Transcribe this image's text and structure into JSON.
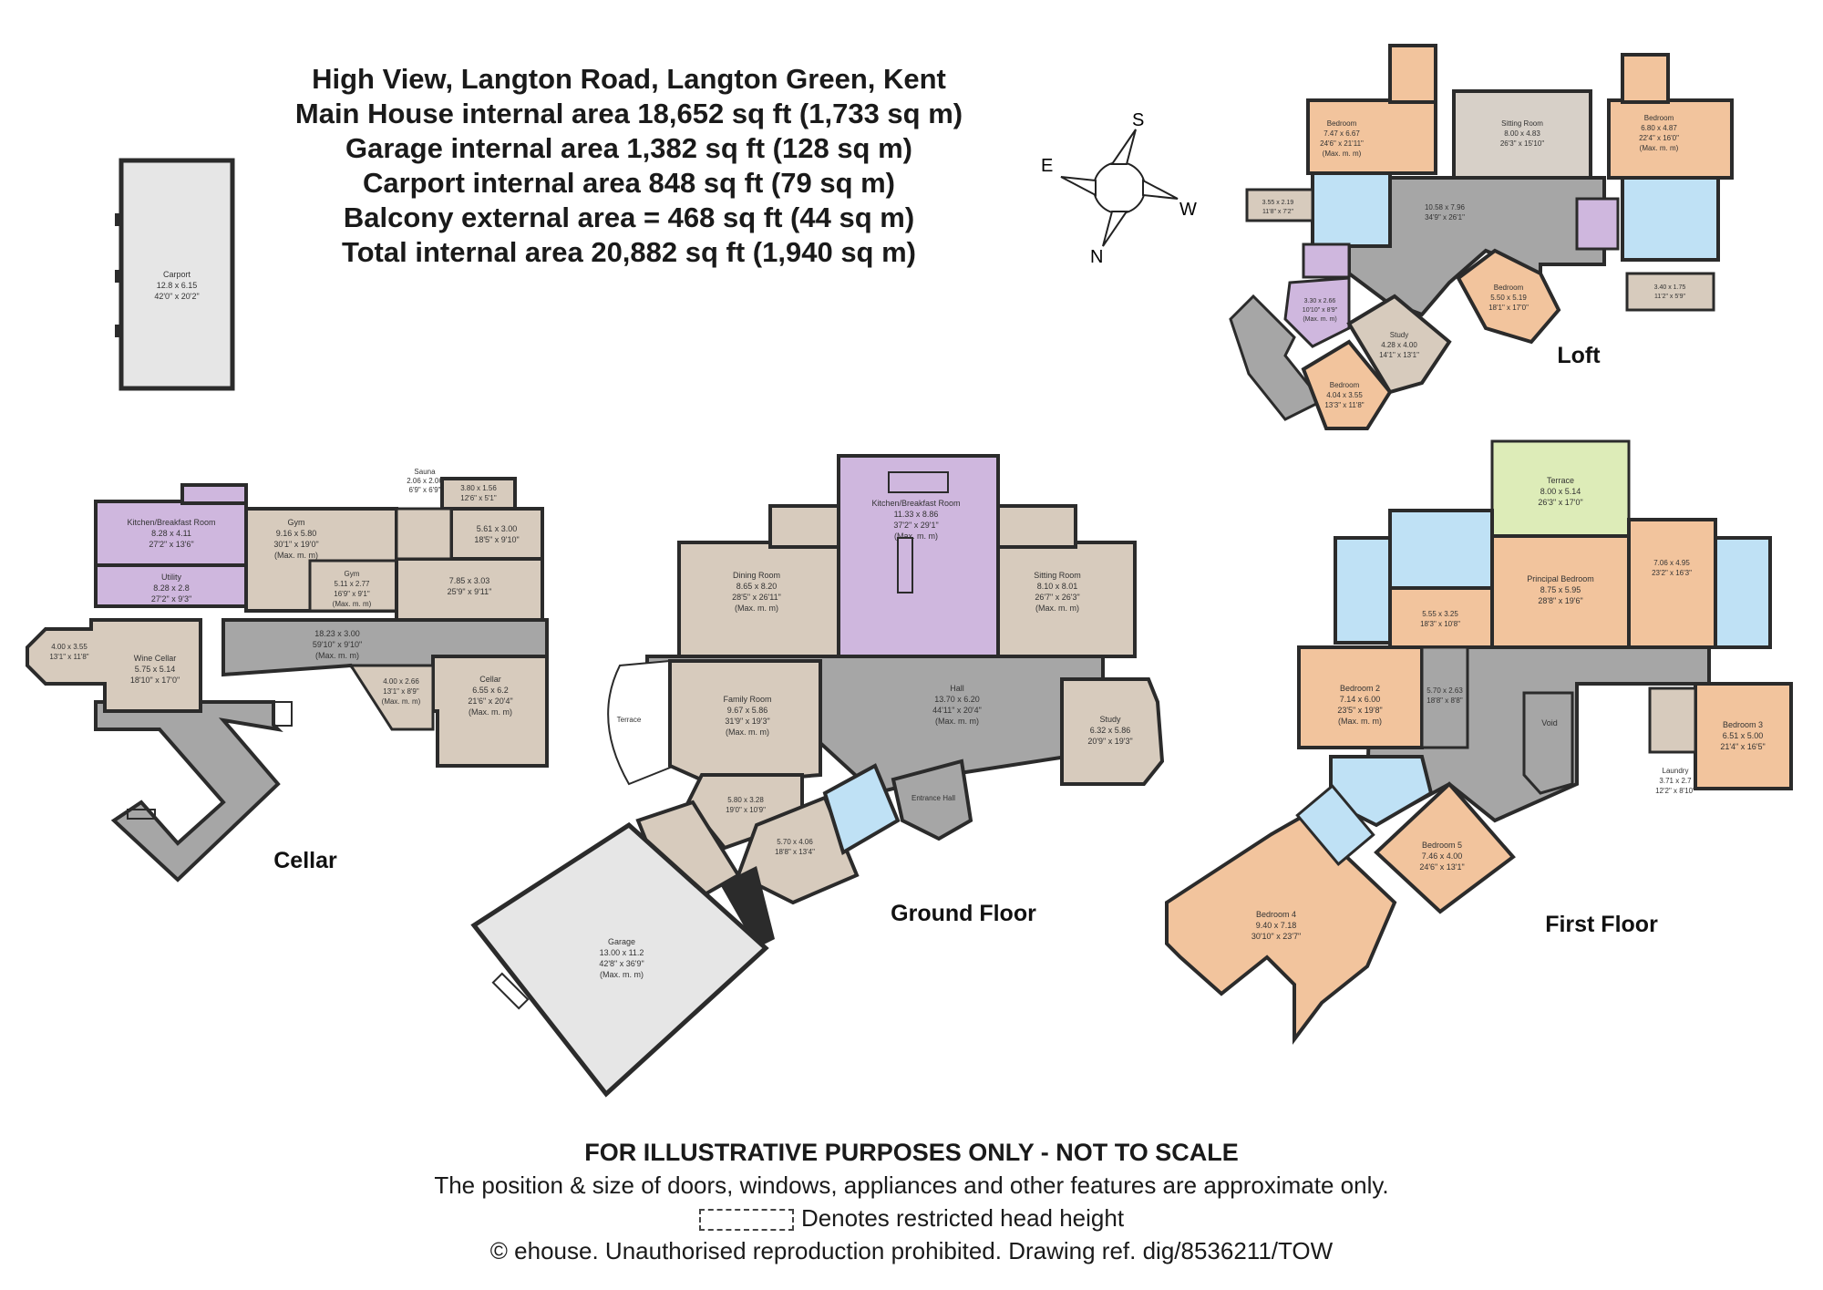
{
  "header": {
    "title": "High View, Langton Road, Langton Green, Kent",
    "lines": [
      "Main House internal area 18,652 sq ft (1,733 sq m)",
      "Garage internal area 1,382 sq ft (128 sq m)",
      "Carport internal area 848 sq ft (79 sq m)",
      "Balcony external area = 468 sq ft (44 sq m)",
      "Total internal area 20,882 sq ft (1,940 sq m)"
    ]
  },
  "compass": {
    "n": "N",
    "s": "S",
    "e": "E",
    "w": "W"
  },
  "floors": {
    "cellar": "Cellar",
    "ground": "Ground Floor",
    "first": "First Floor",
    "loft": "Loft"
  },
  "rooms": {
    "carport": {
      "name": "Carport",
      "dims": "12.8 x 6.15",
      "imp": "42'0\" x 20'2\""
    },
    "cellar_kitchen": {
      "name": "Kitchen/Breakfast Room",
      "dims": "8.28 x 4.11",
      "imp": "27'2\" x 13'6\""
    },
    "cellar_utility": {
      "name": "Utility",
      "dims": "8.28 x 2.8",
      "imp": "27'2\" x 9'3\""
    },
    "cellar_gym": {
      "name": "Gym",
      "dims": "9.16 x 5.80",
      "imp": "30'1\" x 19'0\"",
      "max": "(Max. m. m)"
    },
    "cellar_gym2": {
      "name": "Gym",
      "dims": "5.11 x 2.77",
      "imp": "16'9\" x 9'1\"",
      "max": "(Max. m. m)"
    },
    "cellar_sauna": {
      "name": "Sauna",
      "dims": "2.06 x 2.06",
      "imp": "6'9\" x 6'9\""
    },
    "cellar_store1": {
      "dims": "3.80 x 1.56",
      "imp": "12'6\" x 5'1\""
    },
    "cellar_store2": {
      "dims": "5.61 x 3.00",
      "imp": "18'5\" x 9'10\""
    },
    "cellar_store3": {
      "dims": "7.85 x 3.03",
      "imp": "25'9\" x 9'11\""
    },
    "cellar_corridor": {
      "dims": "18.23 x 3.00",
      "imp": "59'10\" x 9'10\"",
      "max": "(Max. m. m)"
    },
    "cellar_store4": {
      "dims": "4.00 x 2.66",
      "imp": "13'1\" x 8'9\"",
      "max": "(Max. m. m)"
    },
    "cellar_cellar": {
      "name": "Cellar",
      "dims": "6.55 x 6.2",
      "imp": "21'6\" x 20'4\"",
      "max": "(Max. m. m)"
    },
    "cellar_wine": {
      "name": "Wine Cellar",
      "dims": "5.75 x 5.14",
      "imp": "18'10\" x 17'0\""
    },
    "cellar_wine2": {
      "dims": "4.00 x 3.55",
      "imp": "13'1\" x 11'8\""
    },
    "gf_kitchen": {
      "name": "Kitchen/Breakfast Room",
      "dims": "11.33 x 8.86",
      "imp": "37'2\" x 29'1\"",
      "max": "(Max. m. m)"
    },
    "gf_dining": {
      "name": "Dining Room",
      "dims": "8.65 x 8.20",
      "imp": "28'5\" x 26'11\"",
      "max": "(Max. m. m)"
    },
    "gf_sitting": {
      "name": "Sitting Room",
      "dims": "8.10 x 8.01",
      "imp": "26'7\" x 26'3\"",
      "max": "(Max. m. m)"
    },
    "gf_hall": {
      "name": "Hall",
      "dims": "13.70 x 6.20",
      "imp": "44'11\" x 20'4\"",
      "max": "(Max. m. m)"
    },
    "gf_family": {
      "name": "Family Room",
      "dims": "9.67 x 5.86",
      "imp": "31'9\" x 19'3\"",
      "max": "(Max. m. m)"
    },
    "gf_terrace": {
      "name": "Terrace"
    },
    "gf_study": {
      "name": "Study",
      "dims": "6.32 x 5.86",
      "imp": "20'9\" x 19'3\""
    },
    "gf_entrance": {
      "name": "Entrance Hall"
    },
    "gf_room1": {
      "dims": "5.80 x 3.28",
      "imp": "19'0\" x 10'9\""
    },
    "gf_room2": {
      "dims": "5.70 x 4.06",
      "imp": "18'8\" x 13'4\""
    },
    "gf_garage": {
      "name": "Garage",
      "dims": "13.00 x 11.2",
      "imp": "42'8\" x 36'9\"",
      "max": "(Max. m. m)"
    },
    "ff_terrace": {
      "name": "Terrace",
      "dims": "8.00 x 5.14",
      "imp": "26'3\" x 17'0\""
    },
    "ff_principal": {
      "name": "Principal Bedroom",
      "dims": "8.75 x 5.95",
      "imp": "28'8\" x 19'6\""
    },
    "ff_dress": {
      "dims": "5.55 x 3.25",
      "imp": "18'3\" x 10'8\""
    },
    "ff_dress2": {
      "dims": "7.06 x 4.95",
      "imp": "23'2\" x 16'3\""
    },
    "ff_bed2": {
      "name": "Bedroom 2",
      "dims": "7.14 x 6.00",
      "imp": "23'5\" x 19'8\"",
      "max": "(Max. m. m)"
    },
    "ff_landing": {
      "dims": "5.70 x 2.63",
      "imp": "18'8\" x 8'8\""
    },
    "ff_void": {
      "name": "Void"
    },
    "ff_bed3": {
      "name": "Bedroom 3",
      "dims": "6.51 x 5.00",
      "imp": "21'4\" x 16'5\""
    },
    "ff_laundry": {
      "name": "Laundry",
      "dims": "3.71 x 2.7",
      "imp": "12'2\" x 8'10\""
    },
    "ff_bed5": {
      "name": "Bedroom 5",
      "dims": "7.46 x 4.00",
      "imp": "24'6\" x 13'1\""
    },
    "ff_bed4": {
      "name": "Bedroom 4",
      "dims": "9.40 x 7.18",
      "imp": "30'10\" x 23'7\""
    },
    "lf_bed_a": {
      "name": "Bedroom",
      "dims": "7.47 x 6.67",
      "imp": "24'6\" x 21'11\"",
      "max": "(Max. m. m)"
    },
    "lf_sitting": {
      "name": "Sitting Room",
      "dims": "8.00 x 4.83",
      "imp": "26'3\" x 15'10\""
    },
    "lf_bed_b": {
      "name": "Bedroom",
      "dims": "6.80 x 4.87",
      "imp": "22'4\" x 16'0\"",
      "max": "(Max. m. m)"
    },
    "lf_store": {
      "dims": "3.55 x 2.19",
      "imp": "11'8\" x 7'2\""
    },
    "lf_landing": {
      "dims": "10.58 x 7.96",
      "imp": "34'9\" x 26'1\""
    },
    "lf_bed_c": {
      "name": "Bedroom",
      "dims": "5.50 x 5.19",
      "imp": "18'1\" x 17'0\""
    },
    "lf_room": {
      "dims": "3.30 x 2.66",
      "imp": "10'10\" x 8'9\"",
      "max": "(Max. m. m)"
    },
    "lf_study": {
      "name": "Study",
      "dims": "4.28 x 4.00",
      "imp": "14'1\" x 13'1\""
    },
    "lf_bed_d": {
      "name": "Bedroom",
      "dims": "4.04 x 3.55",
      "imp": "13'3\" x 11'8\""
    },
    "lf_store2": {
      "dims": "3.40 x 1.75",
      "imp": "11'2\" x 5'9\""
    }
  },
  "footer": {
    "line1": "FOR ILLUSTRATIVE PURPOSES ONLY - NOT TO SCALE",
    "line2": "The position & size of doors, windows, appliances and other features are approximate only.",
    "line3": "Denotes restricted head height",
    "line4": "© ehouse. Unauthorised reproduction prohibited. Drawing ref. dig/8536211/TOW"
  },
  "colors": {
    "wall": "#2b2b2b",
    "hall": "#a6a6a6",
    "room": "#d7cbbd",
    "kitchen": "#cfb7de",
    "bath": "#bfe1f5",
    "bedroom": "#f2c49d",
    "terrace": "#ddecb8",
    "garage": "#e6e6e6",
    "sitting_loft": "#d7d0c8"
  }
}
